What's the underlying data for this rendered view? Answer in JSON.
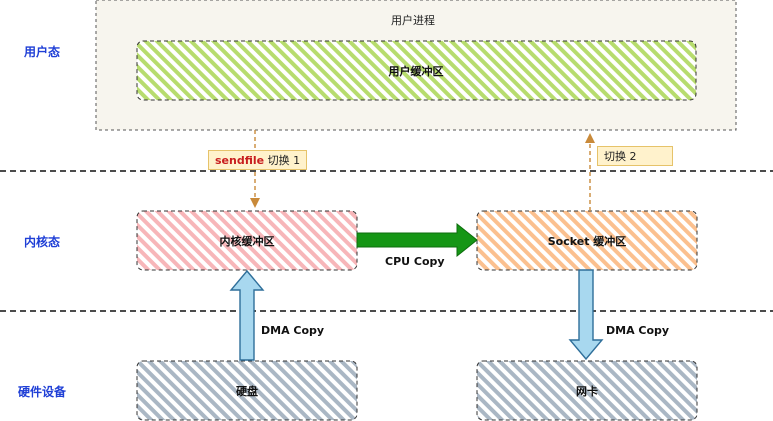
{
  "regions": {
    "user_mode": "用户态",
    "kernel_mode": "内核态",
    "hardware": "硬件设备"
  },
  "user_process": {
    "title": "用户进程",
    "buffer": "用户缓冲区"
  },
  "kernel": {
    "kernel_buffer": "内核缓冲区",
    "socket_buffer": "Socket 缓冲区"
  },
  "devices": {
    "disk": "硬盘",
    "nic": "网卡"
  },
  "arrows": {
    "cpu_copy": "CPU Copy",
    "dma_copy_in": "DMA Copy",
    "dma_copy_out": "DMA Copy"
  },
  "switches": {
    "switch1_keyword": "sendfile",
    "switch1_text": "切换 1",
    "switch2_text": "切换 2"
  },
  "colors": {
    "region_text": "#1f3fd6",
    "user_process_fill": "#f7f5ee",
    "user_buffer_hatch": "#b7dc6e",
    "kernel_buffer_hatch": "#f7b6b9",
    "socket_buffer_hatch": "#fbc08f",
    "device_hatch": "#aab7c4",
    "cpu_copy_arrow": "#159615",
    "dma_arrow": "#a8d8ef",
    "switch_arrow": "#c98a3a",
    "switch_tag_fill": "#fff2cc"
  }
}
